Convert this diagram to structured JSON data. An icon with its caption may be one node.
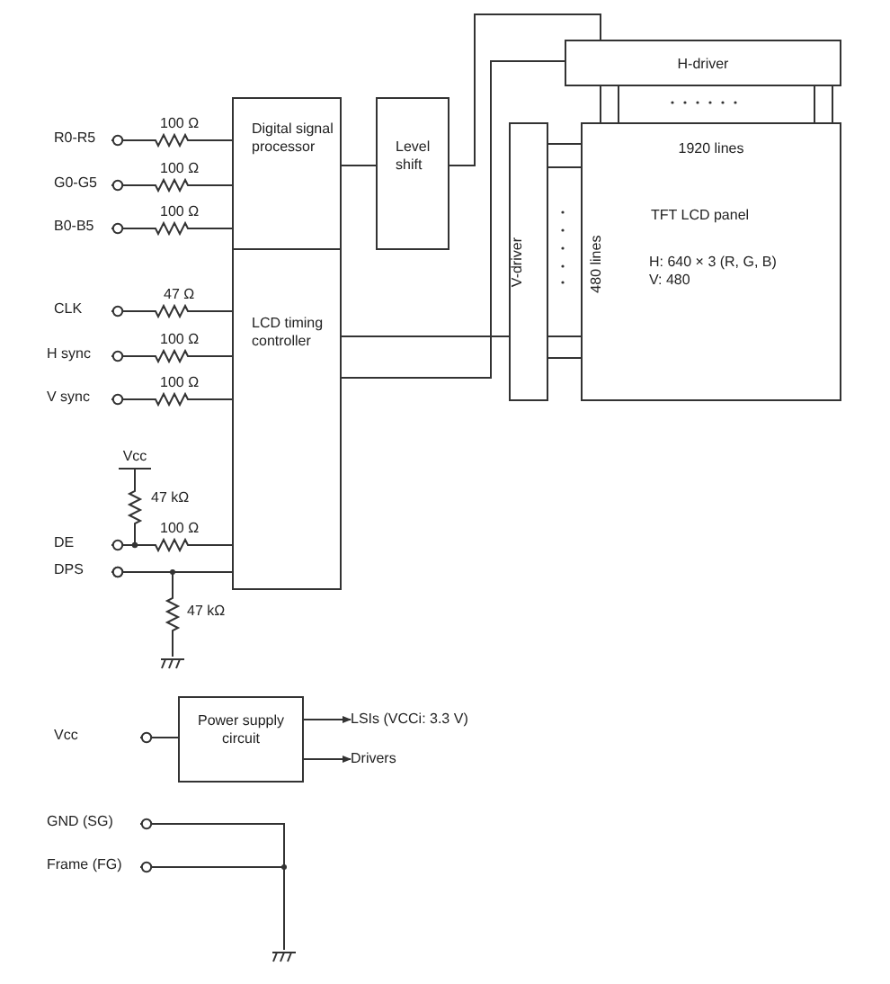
{
  "diagram": {
    "nodes": [
      {
        "text": [
          "R0-R5"
        ]
      },
      {
        "text": [
          "G0-G5"
        ]
      },
      {
        "text": [
          "B0-B5"
        ]
      },
      {
        "text": [
          "Digital signal processor"
        ]
      },
      {
        "text": [
          "Level shift"
        ]
      },
      {
        "text": [
          "H-driver"
        ]
      },
      {
        "text": [
          "V-driver"
        ]
      },
      {
        "text": [
          "1920 lines",
          "480 lines",
          "TFT LCD panel",
          "H: 640 × 3 (R, G, B) V: 480"
        ]
      },
      {
        "text": [
          "CLK"
        ]
      },
      {
        "text": [
          "H sync"
        ]
      },
      {
        "text": [
          "V sync"
        ]
      },
      {
        "text": [
          "LCD timing controller"
        ]
      },
      {
        "text": [
          "Vcc"
        ]
      },
      {
        "text": [
          "DE"
        ]
      },
      {
        "text": [
          "DPS"
        ]
      },
      {
        "text": [],
        "shape": "ground"
      },
      {
        "text": [
          "Vcc"
        ]
      },
      {
        "text": [
          "Power supply circuit"
        ]
      },
      {
        "text": [
          "LSIs (VCCi: 3.3 V)"
        ]
      },
      {
        "text": [
          "Drivers"
        ]
      },
      {
        "text": [
          "GND (SG)"
        ]
      },
      {
        "text": [
          "Frame (FG)"
        ]
      },
      {
        "text": [],
        "shape": "ground"
      }
    ],
    "edges": [
      {
        "from": 0,
        "to": 3,
        "arrow": "other",
        "label": "100 Ω"
      },
      {
        "from": 1,
        "to": 3,
        "arrow": "other",
        "label": "100 Ω"
      },
      {
        "from": 2,
        "to": 3,
        "arrow": "other",
        "label": "100 Ω"
      },
      {
        "from": 3,
        "to": 4,
        "arrow": "none"
      },
      {
        "from": 4,
        "to": 5,
        "arrow": "none"
      },
      {
        "from": 5,
        "to": 7,
        "arrow": "none"
      },
      {
        "from": 5,
        "to": 7,
        "arrow": "none"
      },
      {
        "from": 5,
        "to": 7,
        "arrow": "none"
      },
      {
        "from": 5,
        "to": 7,
        "arrow": "none"
      },
      {
        "from": 6,
        "to": 7,
        "arrow": "none"
      },
      {
        "from": 6,
        "to": 7,
        "arrow": "none"
      },
      {
        "from": 6,
        "to": 7,
        "arrow": "none"
      },
      {
        "from": 6,
        "to": 7,
        "arrow": "none"
      },
      {
        "from": 11,
        "to": 6,
        "arrow": "none"
      },
      {
        "from": 11,
        "to": 5,
        "arrow": "none"
      },
      {
        "from": 8,
        "to": 11,
        "arrow": "other",
        "label": "47 Ω"
      },
      {
        "from": 9,
        "to": 11,
        "arrow": "other",
        "label": "100 Ω"
      },
      {
        "from": 10,
        "to": 11,
        "arrow": "other",
        "label": "100 Ω"
      },
      {
        "from": 12,
        "to": 13,
        "arrow": "other",
        "label": "47 kΩ"
      },
      {
        "from": 13,
        "to": 11,
        "arrow": "other",
        "label": "100 Ω"
      },
      {
        "from": 14,
        "to": 11,
        "arrow": "other"
      },
      {
        "from": 14,
        "to": 15,
        "arrow": "other",
        "label": "47 kΩ"
      },
      {
        "from": 16,
        "to": 17,
        "arrow": "other"
      },
      {
        "from": 17,
        "to": 18,
        "arrow": "to"
      },
      {
        "from": 17,
        "to": 19,
        "arrow": "to"
      },
      {
        "from": 20,
        "to": 22,
        "arrow": "other"
      },
      {
        "from": 21,
        "to": 22,
        "arrow": "other"
      }
    ]
  }
}
